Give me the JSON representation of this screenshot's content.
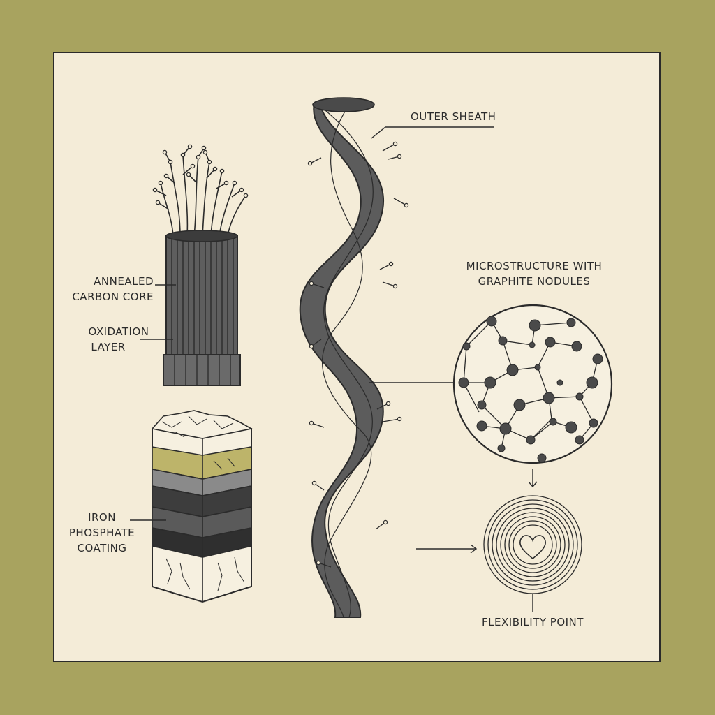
{
  "colors": {
    "background": "#a8a35f",
    "panel": "#f4ecd8",
    "ink": "#2b2b2b",
    "carbon": "#5e5e5e",
    "coating_gold": "#bdb46a"
  },
  "labels": {
    "outer_sheath": "OUTER SHEATH",
    "annealed_line1": "ANNEALED",
    "annealed_line2": "CARBON CORE",
    "oxidation_line1": "OXIDATION",
    "oxidation_line2": "LAYER",
    "micro_line1": "MICROSTRUCTURE WITH",
    "micro_line2": "GRAPHITE NODULES",
    "iron_line1": "IRON",
    "iron_line2": "PHOSPHATE",
    "iron_line3": "COATING",
    "flex_point": "FLEXIBILITY POINT"
  },
  "icons": {
    "fiber_bundle": "carbon-fiber-bundle-icon",
    "cross_section": "layered-cross-section-icon",
    "twisted_strand": "twisted-strand-icon",
    "microstructure": "graphite-nodule-network-icon",
    "flex_rings": "concentric-rings-icon",
    "heart": "heart-icon"
  }
}
